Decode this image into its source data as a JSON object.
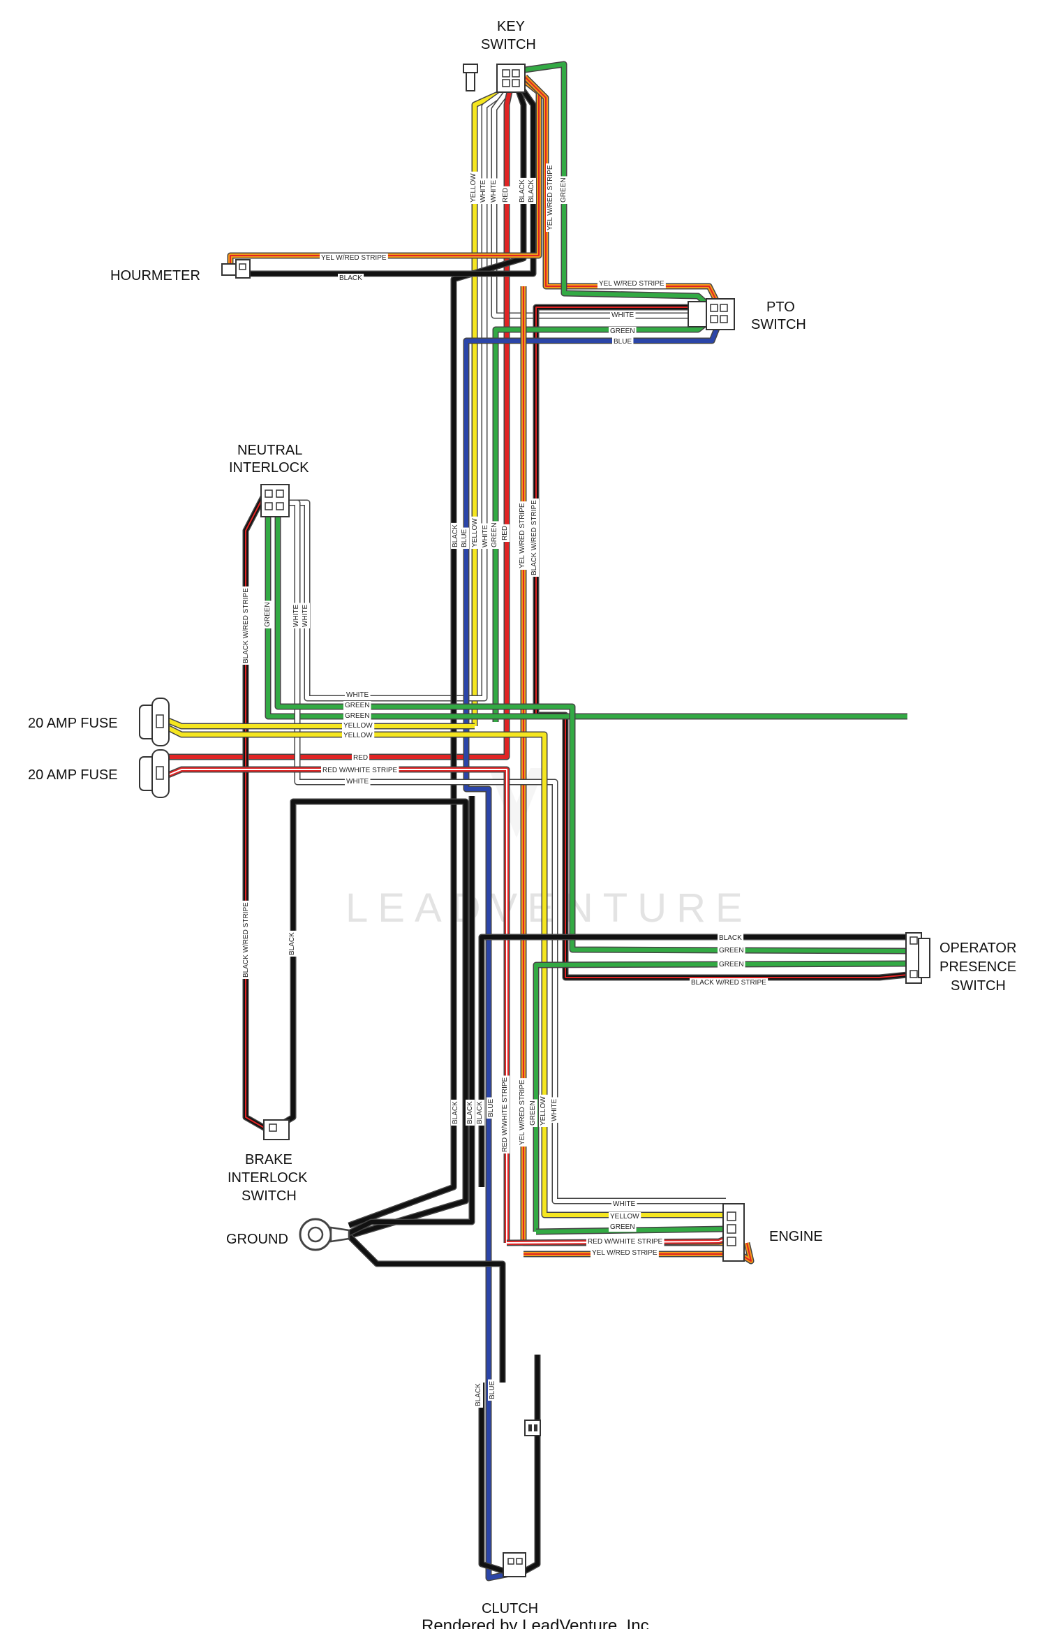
{
  "components": {
    "key_switch": [
      "KEY",
      "SWITCH"
    ],
    "hourmeter": "HOURMETER",
    "pto_switch": [
      "PTO",
      "SWITCH"
    ],
    "neutral_interlock": [
      "NEUTRAL",
      "INTERLOCK"
    ],
    "fuse_1": "20 AMP FUSE",
    "fuse_2": "20 AMP FUSE",
    "operator_presence_switch": [
      "OPERATOR",
      "PRESENCE",
      "SWITCH"
    ],
    "brake_interlock_switch": [
      "BRAKE",
      "INTERLOCK",
      "SWITCH"
    ],
    "ground": "GROUND",
    "engine": "ENGINE",
    "clutch": "CLUTCH"
  },
  "wire_colors": {
    "YELLOW": "#f5e620",
    "WHITE": "#ffffff",
    "RED": "#e02424",
    "BLACK": "#111111",
    "GREEN": "#33aa44",
    "BLUE": "#2b45a8",
    "YEL_W_RED_STRIPE": "#f39a1a",
    "RED_W_WHITE_STRIPE": "#e02424",
    "BLACK_W_RED_STRIPE": "#111111",
    "stripe_red": "#e02424",
    "stripe_white": "#ffffff",
    "outline": "#444444"
  },
  "wire_labels": {
    "key_harness": [
      "YELLOW",
      "WHITE",
      "WHITE",
      "RED",
      "BLACK",
      "BLACK",
      "YEL W/RED STRIPE",
      "GREEN"
    ],
    "hourmeter_top": "YEL W/RED STRIPE",
    "hourmeter_bottom": "BLACK",
    "pto_a": "YEL W/RED STRIPE",
    "pto_b": "WHITE",
    "pto_c": "GREEN",
    "pto_d": "BLUE",
    "main_trunk": [
      "BLACK",
      "BLUE",
      "YELLOW",
      "WHITE",
      "GREEN",
      "RED",
      "YEL W/RED STRIPE",
      "BLACK W/RED STRIPE"
    ],
    "neutral_vertical": [
      "BLACK W/RED STRIPE",
      "GREEN",
      "WHITE",
      "WHITE"
    ],
    "mid_horizontal": [
      "WHITE",
      "GREEN",
      "GREEN",
      "YELLOW",
      "YELLOW"
    ],
    "fuse_horizontal": [
      "RED",
      "RED W/WHITE STRIPE",
      "WHITE"
    ],
    "brake_vertical": [
      "BLACK W/RED STRIPE",
      "BLACK"
    ],
    "operator": [
      "BLACK",
      "GREEN",
      "GREEN",
      "BLACK W/RED STRIPE"
    ],
    "lower_trunk": [
      "BLACK",
      "BLACK",
      "BLACK",
      "BLUE",
      "RED W/WHITE STRIPE",
      "YEL W/RED STRIPE",
      "GREEN",
      "YELLOW",
      "WHITE"
    ],
    "engine": [
      "WHITE",
      "YELLOW",
      "GREEN",
      "RED W/WHITE STRIPE",
      "YEL W/RED STRIPE"
    ],
    "clutch": [
      "BLACK",
      "BLUE"
    ]
  },
  "watermark": "LEADVENTURE",
  "credit": "Rendered by LeadVenture, Inc."
}
